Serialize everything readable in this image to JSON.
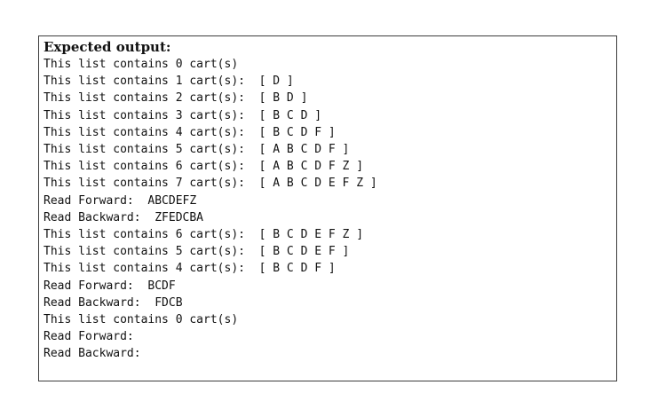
{
  "colors": {
    "page_bg": "#ffffff",
    "box_bg": "#ffffff",
    "border_color": "#3c3c3c",
    "text_color": "#111111"
  },
  "console": {
    "title": "Expected output:",
    "lines": [
      "This list contains 0 cart(s)",
      "This list contains 1 cart(s):  [ D ]",
      "This list contains 2 cart(s):  [ B D ]",
      "This list contains 3 cart(s):  [ B C D ]",
      "This list contains 4 cart(s):  [ B C D F ]",
      "This list contains 5 cart(s):  [ A B C D F ]",
      "This list contains 6 cart(s):  [ A B C D F Z ]",
      "This list contains 7 cart(s):  [ A B C D E F Z ]",
      "Read Forward:  ABCDEFZ",
      "Read Backward:  ZFEDCBA",
      "This list contains 6 cart(s):  [ B C D E F Z ]",
      "This list contains 5 cart(s):  [ B C D E F ]",
      "This list contains 4 cart(s):  [ B C D F ]",
      "Read Forward:  BCDF",
      "Read Backward:  FDCB",
      "This list contains 0 cart(s)",
      "Read Forward:",
      "Read Backward:"
    ]
  }
}
